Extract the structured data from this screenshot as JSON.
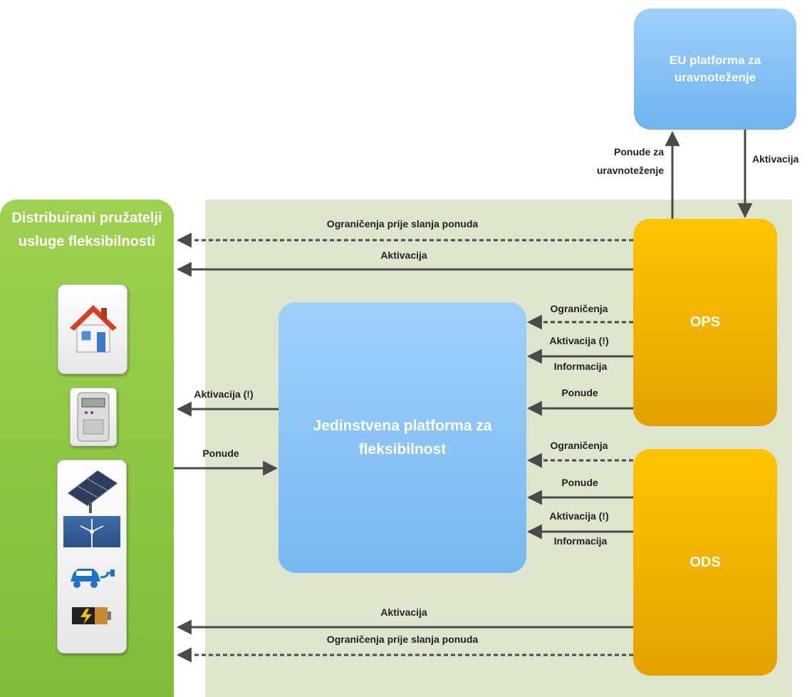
{
  "nodes": {
    "eu_platform": "EU platforma za uravnoteženje",
    "providers": "Distribuirani pružatelji usluge fleksibilnosti",
    "platform": "Jedinstvena platforma za fleksibilnost",
    "ops": "OPS",
    "ods": "ODS"
  },
  "edges": {
    "bids_balancing": "Ponude za uravnoteženje",
    "activation_eu": "Aktivacija",
    "ops_constraints_to_providers": "Ograničenja prije slanja ponuda",
    "ops_activation_to_providers": "Aktivacija",
    "ops_constraints_to_platform": "Ograničenja",
    "ops_activation_info": "Aktivacija (!)",
    "ops_info": "Informacija",
    "ops_bids": "Ponude",
    "platform_activation_to_providers": "Aktivacija (!)",
    "providers_bids": "Ponude",
    "ods_constraints_to_platform": "Ograničenja",
    "ods_bids": "Ponude",
    "ods_activation_info": "Aktivacija (!)",
    "ods_info": "Informacija",
    "ods_activation_to_providers": "Aktivacija",
    "ods_constraints_to_providers": "Ograničenja prije slanja ponuda"
  },
  "icons": [
    "house-icon",
    "smart-meter-icon",
    "solar-panel-icon",
    "wind-turbine-icon",
    "electric-car-icon",
    "battery-icon"
  ],
  "colors": {
    "green": "#8dc63f",
    "blue": "#8cc4f5",
    "orange": "#f2aa00",
    "background_panel": "#dde5cd",
    "arrow": "#4a4a4a"
  }
}
